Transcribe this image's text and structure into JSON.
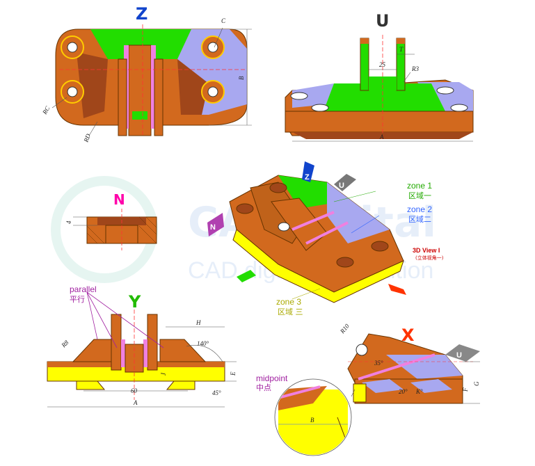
{
  "view_labels": {
    "z": "Z",
    "u": "U",
    "n": "N",
    "y": "Y",
    "x": "X"
  },
  "view3d": {
    "title": "3D View I",
    "subtitle": "(立体视角一)"
  },
  "zones": {
    "zone1_en": "zone 1",
    "zone1_cn": "区域一",
    "zone2_en": "zone 2",
    "zone2_cn": "区域二",
    "zone3_en": "zone 3",
    "zone3_cn": "区域 三"
  },
  "annotations": {
    "parallel_en": "parallel",
    "parallel_cn": "平行",
    "midpoint_en": "midpoint",
    "midpoint_cn": "中点"
  },
  "dimensions": {
    "z_view": [
      "B",
      "C",
      "RC",
      "RD"
    ],
    "u_view": [
      "25",
      "T",
      "R3",
      "A"
    ],
    "n_view": [
      "4"
    ],
    "y_view": [
      "H",
      "140°",
      "R8",
      "J",
      "E",
      "60",
      "45°",
      "A"
    ],
    "x_view": [
      "R10",
      "35°",
      "20°",
      "K°",
      "F",
      "G",
      "B"
    ]
  },
  "watermark": {
    "line1": "CADdigital",
    "line2": "CAD digital competition"
  },
  "colors": {
    "orange": "#d2691e",
    "orange_dark": "#a0461a",
    "green": "#22dd00",
    "lavender": "#a8a8f0",
    "yellow": "#ffff00",
    "pink": "#f080e0",
    "red_label": "#ff3300",
    "blue_label": "#1144cc",
    "teal_label": "#009999",
    "magenta_label": "#ff00aa",
    "zone1": "#22aa00",
    "zone2": "#3366ff",
    "zone3": "#aaaa00",
    "annotation_purple": "#a020a0"
  }
}
